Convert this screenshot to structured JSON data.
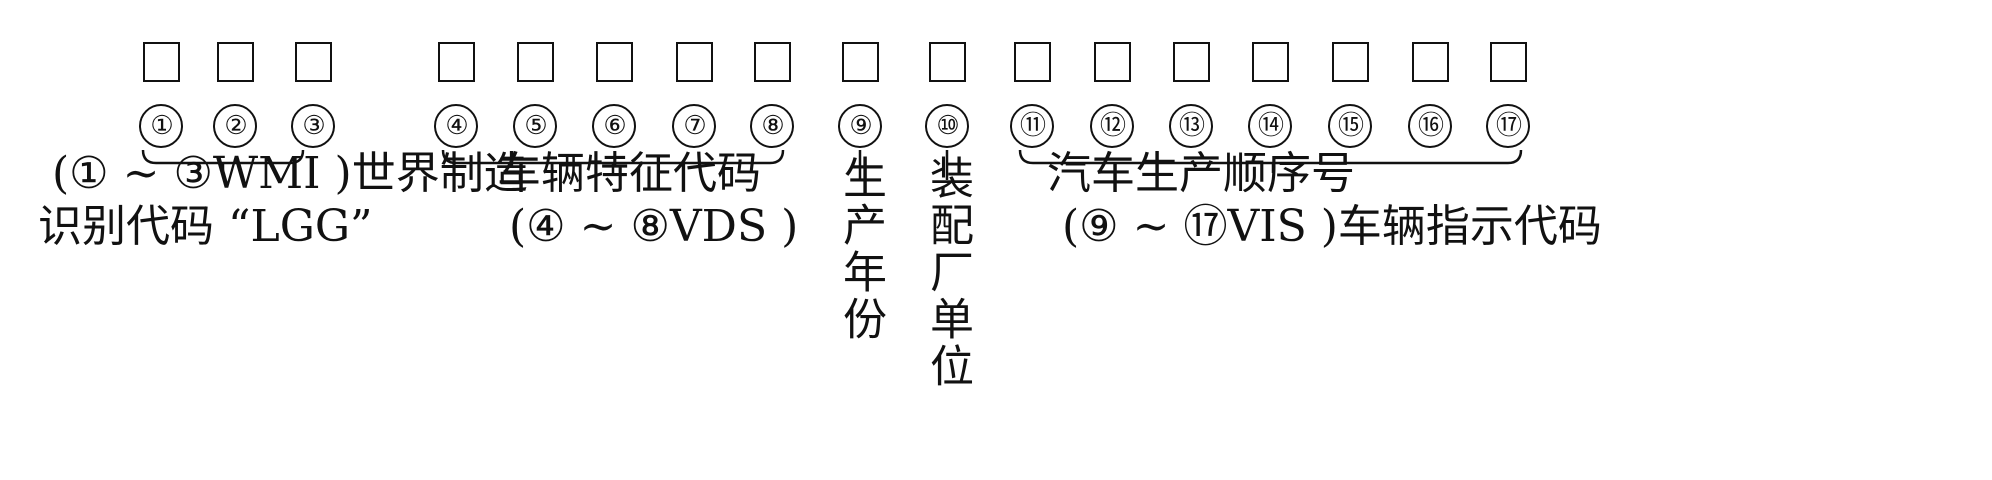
{
  "positions": [
    "①",
    "②",
    "③",
    "④",
    "⑤",
    "⑥",
    "⑦",
    "⑧",
    "⑨",
    "⑩",
    "⑪",
    "⑫",
    "⑬",
    "⑭",
    "⑮",
    "⑯",
    "⑰"
  ],
  "groups": {
    "wmi": {
      "line1": "(① ~ ③WMI )世界制造",
      "line2": "识别代码 “LGG”"
    },
    "vds": {
      "line1": "车辆特征代码",
      "line2": "(④ ~ ⑧VDS )"
    },
    "year": {
      "text": "生产年份"
    },
    "plant": {
      "text": "装配厂单位"
    },
    "vis": {
      "line1": "汽车生产顺序号",
      "line2": "(⑨ ~ ⑰VIS )车辆指示代码"
    }
  }
}
